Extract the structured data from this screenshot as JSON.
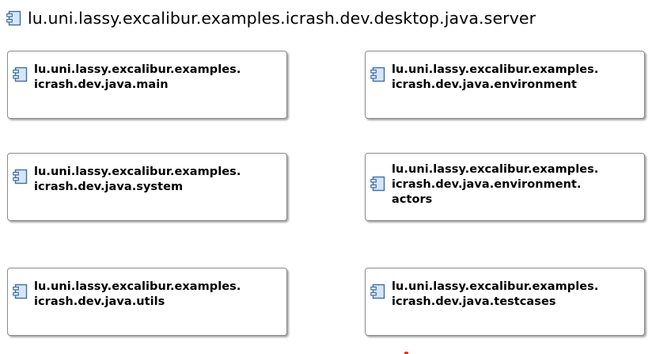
{
  "diagram": {
    "title": "lu.uni.lassy.excalibur.examples.icrash.dev.desktop.java.server",
    "components": [
      {
        "lines": [
          "lu.uni.lassy.excalibur.examples.",
          "icrash.dev.java.main"
        ]
      },
      {
        "lines": [
          "lu.uni.lassy.excalibur.examples.",
          "icrash.dev.java.environment"
        ]
      },
      {
        "lines": [
          "lu.uni.lassy.excalibur.examples.",
          "icrash.dev.java.system"
        ]
      },
      {
        "lines": [
          "lu.uni.lassy.excalibur.examples.",
          "icrash.dev.java.environment.",
          "actors"
        ]
      },
      {
        "lines": [
          "lu.uni.lassy.excalibur.examples.",
          "icrash.dev.java.utils"
        ]
      },
      {
        "lines": [
          "lu.uni.lassy.excalibur.examples.",
          "icrash.dev.java.testcases"
        ]
      }
    ],
    "icon": "component-icon"
  }
}
